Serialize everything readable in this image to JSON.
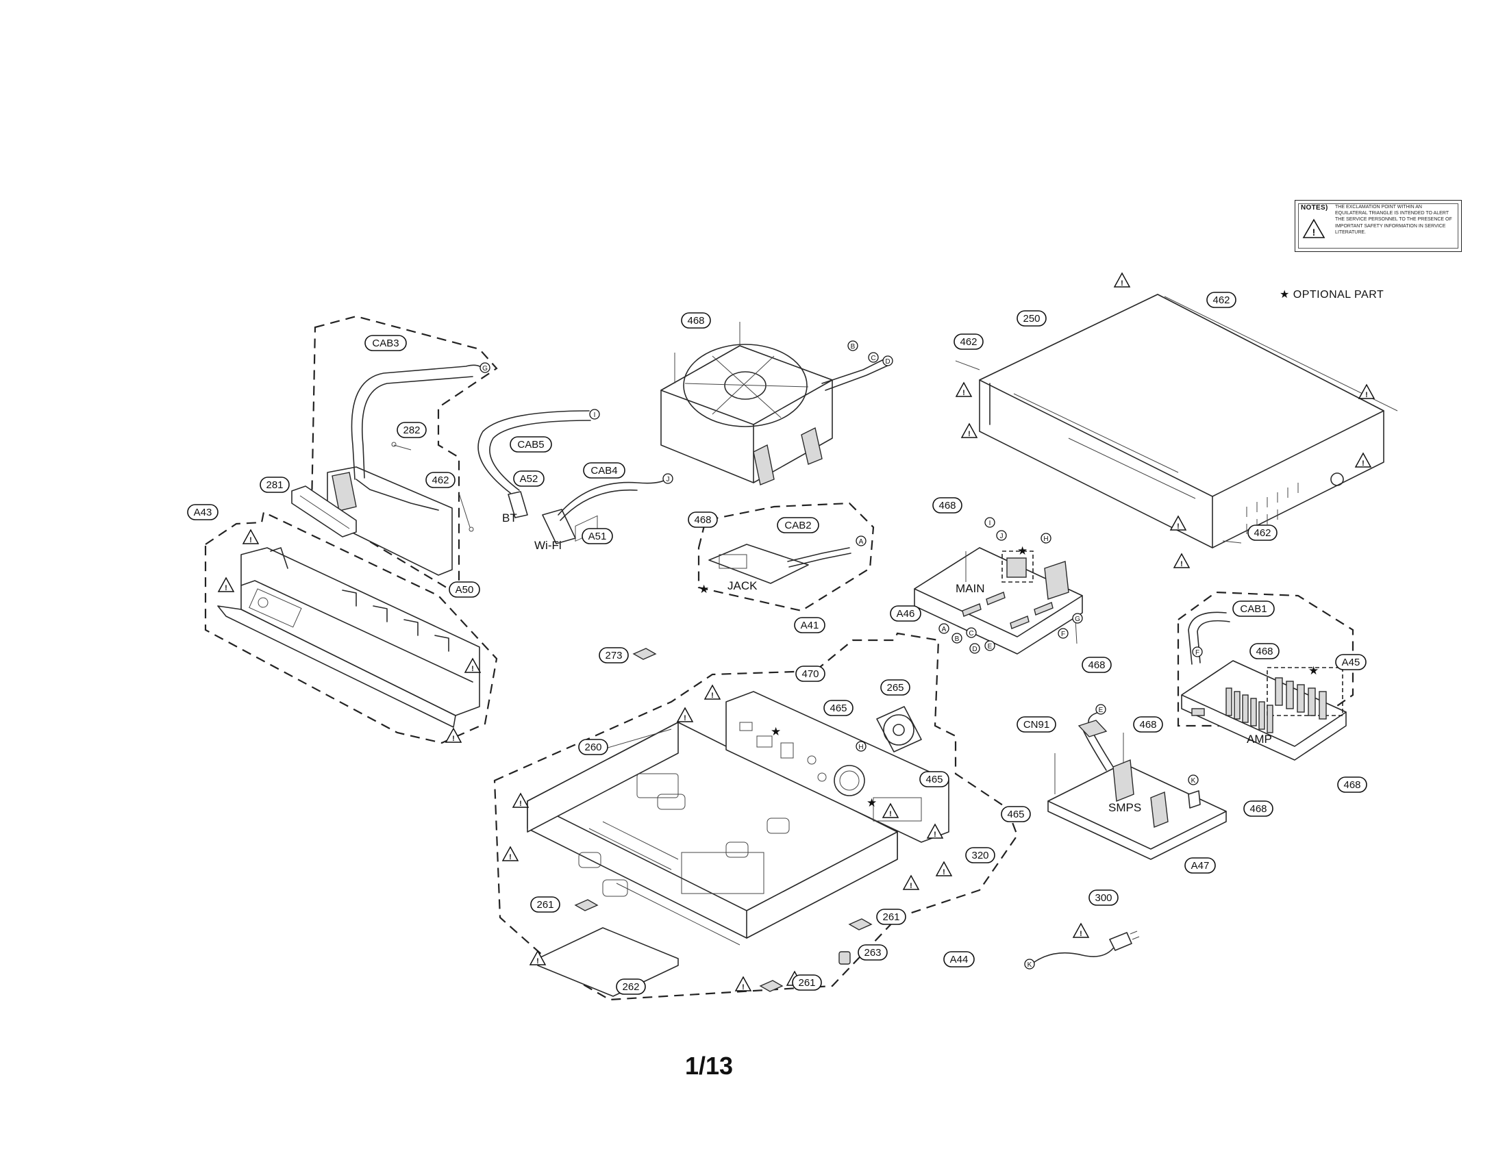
{
  "notes": {
    "title": "NOTES)",
    "text": "The exclamation point within an equilateral triangle is intended to alert the service personnel to the presence of important safety information in service literature."
  },
  "legend": {
    "optional_part": "★  OPTIONAL PART"
  },
  "page_number": "1/13",
  "warning_symbol": "!",
  "part_labels": {
    "cab3": "CAB3",
    "p282": "282",
    "p281": "281",
    "p462_left": "462",
    "a43": "A43",
    "a50": "A50",
    "cab5": "CAB5",
    "a52": "A52",
    "bt": "BT",
    "cab4": "CAB4",
    "wifi": "Wi-Fi",
    "a51": "A51",
    "p468_loader": "468",
    "p468_jack": "468",
    "cab2": "CAB2",
    "jack": "JACK",
    "a41": "A41",
    "p250": "250",
    "p462_top_right": "462",
    "p462_cover_left": "462",
    "p462_cover_right": "462",
    "p468_main": "468",
    "main": "MAIN",
    "a46": "A46",
    "p468_main_bottom": "468",
    "cab1": "CAB1",
    "p468_amp": "468",
    "a45": "A45",
    "amp": "AMP",
    "p468_amp_bottom": "468",
    "cn91": "CN91",
    "p468_smps": "468",
    "smps": "SMPS",
    "p468_smps_right": "468",
    "a47": "A47",
    "p273": "273",
    "p470": "470",
    "p465_a": "465",
    "p265": "265",
    "p260": "260",
    "p465_b": "465",
    "p465_c": "465",
    "p320": "320",
    "p261_a": "261",
    "p261_b": "261",
    "p261_c": "261",
    "p262": "262",
    "p263": "263",
    "a44": "A44",
    "p300": "300"
  },
  "connector_letters": {
    "cab3_end": "G",
    "cab5_end": "I",
    "cab4_end": "J",
    "cab2_end": "A",
    "loader_b": "B",
    "loader_c": "C",
    "loader_d": "D",
    "main_i": "I",
    "main_j": "J",
    "main_h": "H",
    "main_a": "A",
    "main_b": "B",
    "main_c": "C",
    "main_d": "D",
    "main_e": "E",
    "main_f": "F",
    "main_g": "G",
    "cab1_end": "F",
    "cn91_end": "E",
    "smps_k": "K",
    "fan_h": "H",
    "cord_k": "K"
  }
}
